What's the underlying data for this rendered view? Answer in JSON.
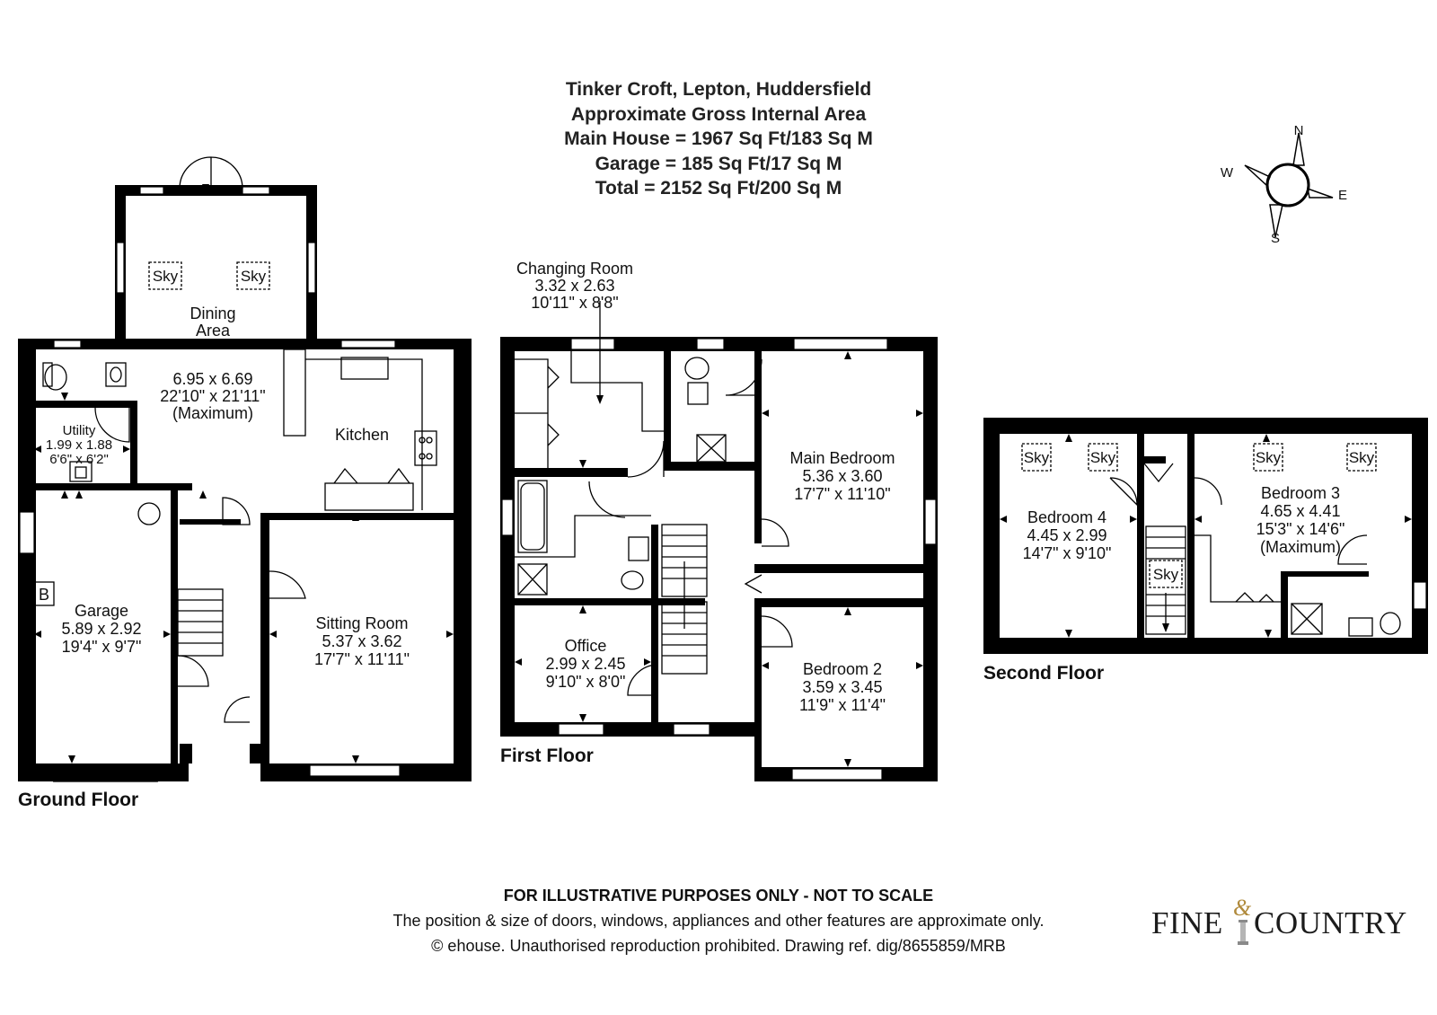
{
  "header": {
    "address": "Tinker Croft, Lepton, Huddersfield",
    "subtitle": "Approximate Gross Internal Area",
    "main_house": "Main House = 1967 Sq Ft/183 Sq M",
    "garage": "Garage = 185 Sq Ft/17 Sq M",
    "total": "Total = 2152 Sq Ft/200 Sq M"
  },
  "compass": {
    "n": "N",
    "e": "E",
    "s": "S",
    "w": "W"
  },
  "floors": {
    "ground": {
      "label": "Ground Floor",
      "sky_1": "Sky",
      "sky_2": "Sky",
      "boiler": "B",
      "dining": {
        "name_1": "Dining",
        "name_2": "Area",
        "metric": "6.95 x 6.69",
        "imperial": "22'10\" x 21'11\"",
        "note": "(Maximum)"
      },
      "kitchen": {
        "name": "Kitchen"
      },
      "utility": {
        "name": "Utility",
        "metric": "1.99 x 1.88",
        "imperial": "6'6\" x 6'2\""
      },
      "garage": {
        "name": "Garage",
        "metric": "5.89 x 2.92",
        "imperial": "19'4\" x 9'7\""
      },
      "sitting": {
        "name": "Sitting Room",
        "metric": "5.37 x 3.62",
        "imperial": "17'7\" x 11'11\""
      }
    },
    "first": {
      "label": "First Floor",
      "changing": {
        "name": "Changing Room",
        "metric": "3.32 x 2.63",
        "imperial": "10'11\" x 8'8\""
      },
      "main_bedroom": {
        "name": "Main Bedroom",
        "metric": "5.36 x 3.60",
        "imperial": "17'7\" x 11'10\""
      },
      "office": {
        "name": "Office",
        "metric": "2.99 x 2.45",
        "imperial": "9'10\" x 8'0\""
      },
      "bedroom2": {
        "name": "Bedroom 2",
        "metric": "3.59 x 3.45",
        "imperial": "11'9\" x 11'4\""
      }
    },
    "second": {
      "label": "Second Floor",
      "sky_1": "Sky",
      "sky_2": "Sky",
      "sky_3": "Sky",
      "sky_4": "Sky",
      "sky_5": "Sky",
      "bedroom4": {
        "name": "Bedroom 4",
        "metric": "4.45 x 2.99",
        "imperial": "14'7\" x 9'10\""
      },
      "bedroom3": {
        "name": "Bedroom 3",
        "metric": "4.65 x 4.41",
        "imperial": "15'3\" x 14'6\"",
        "note": "(Maximum)"
      }
    }
  },
  "footer": {
    "disclaimer": "FOR ILLUSTRATIVE PURPOSES ONLY - NOT TO SCALE",
    "note": "The position & size of doors, windows, appliances and other features are approximate only.",
    "copyright": "© ehouse. Unauthorised reproduction prohibited. Drawing ref. dig/8655859/MRB"
  },
  "logo": {
    "fine": "FINE",
    "amp": "&",
    "country": "COUNTRY"
  }
}
